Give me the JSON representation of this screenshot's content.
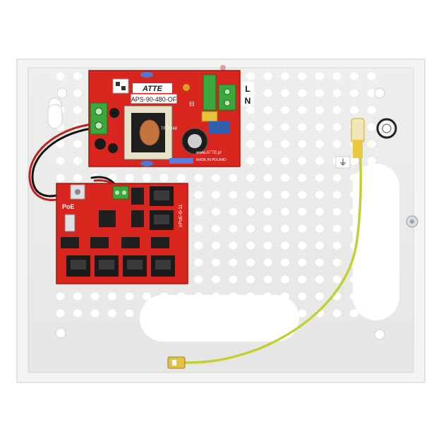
{
  "psu": {
    "brand": "ATTE",
    "model": "APS-90-480-OF",
    "transformer": "TR30/48",
    "website": "www.ATTE.pl",
    "origin": "MADE IN POLAND"
  },
  "poe_switch": {
    "model": "xPoE-6-11",
    "poe_label": "PoE"
  },
  "terminals": {
    "line": "L",
    "neutral": "N"
  },
  "ground": {
    "symbol": "⏚"
  },
  "colors": {
    "enclosure": "#f2f2f0",
    "pcb": "#d8261f",
    "terminal_green": "#3aa83a",
    "ground_wire": "#bcd23c"
  }
}
